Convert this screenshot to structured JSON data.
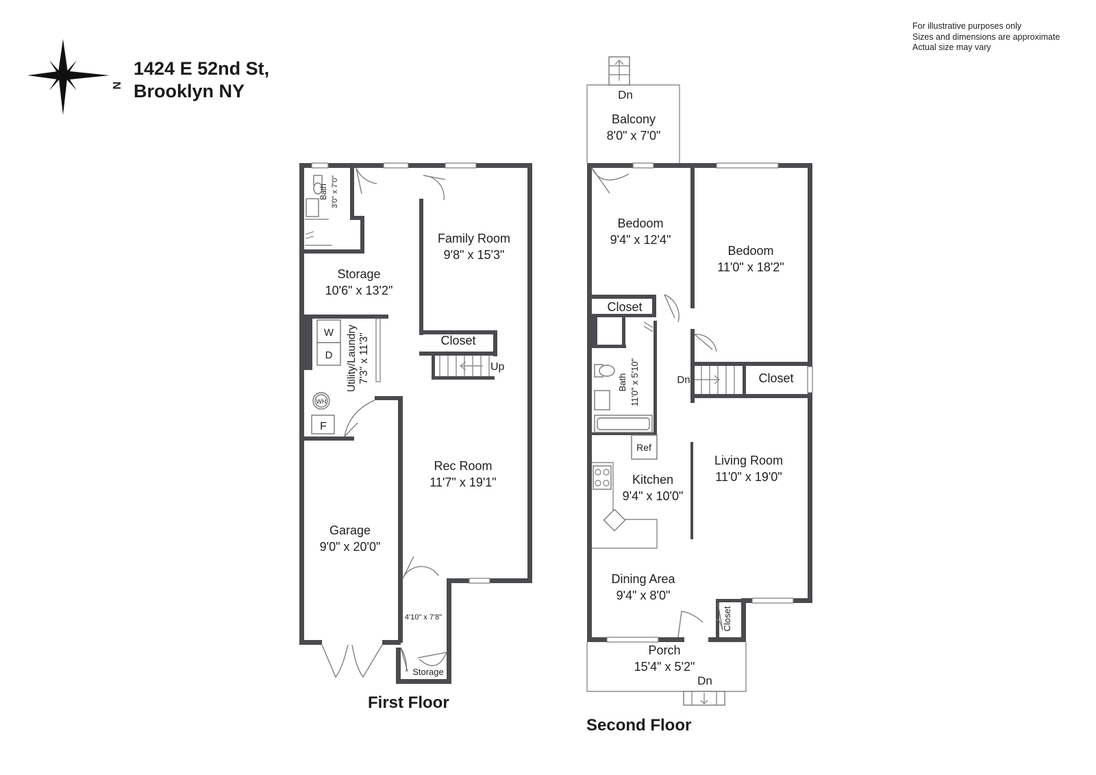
{
  "header": {
    "address_line1": "1424 E 52nd St,",
    "address_line2": "Brooklyn NY",
    "compass_label": "N"
  },
  "disclaimer": [
    "For illustrative purposes only",
    "Sizes and dimensions are approximate",
    "Actual size may vary"
  ],
  "first_floor": {
    "title": "First Floor",
    "rooms": {
      "bath": {
        "name": "Bath",
        "dim": "3'0\" x 7'0\""
      },
      "storage": {
        "name": "Storage",
        "dim": "10'6\" x 13'2\""
      },
      "family_room": {
        "name": "Family Room",
        "dim": "9'8\" x 15'3\""
      },
      "closet": {
        "name": "Closet"
      },
      "utility": {
        "name": "Utility/Laundry",
        "dim": "7'3\" x 11'3\""
      },
      "rec_room": {
        "name": "Rec Room",
        "dim": "11'7\" x 19'1\""
      },
      "garage": {
        "name": "Garage",
        "dim": "9'0\" x 20'0\""
      },
      "small_storage": {
        "name": "Storage",
        "dim": "4'10\" x 7'8\""
      }
    },
    "fixtures": {
      "washer": "W",
      "dryer": "D",
      "water_heater": "WH",
      "furnace": "F",
      "stairs_up": "Up"
    }
  },
  "second_floor": {
    "title": "Second Floor",
    "rooms": {
      "balcony": {
        "name": "Balcony",
        "dim": "8'0\" x 7'0\""
      },
      "bedroom1": {
        "name": "Bedoom",
        "dim": "9'4\" x 12'4\""
      },
      "bedroom2": {
        "name": "Bedoom",
        "dim": "11'0\" x 18'2\""
      },
      "closet1": {
        "name": "Closet"
      },
      "closet2": {
        "name": "Closet"
      },
      "closet3": {
        "name": "Closet"
      },
      "bath": {
        "name": "Bath",
        "dim": "11'0\" x 5'10\""
      },
      "kitchen": {
        "name": "Kitchen",
        "dim": "9'4\" x 10'0\""
      },
      "living_room": {
        "name": "Living Room",
        "dim": "11'0\" x 19'0\""
      },
      "dining": {
        "name": "Dining Area",
        "dim": "9'4\" x 8'0\""
      },
      "porch": {
        "name": "Porch",
        "dim": "15'4\" x 5'2\""
      }
    },
    "fixtures": {
      "ref": "Ref",
      "stairs_down": "Dn",
      "balcony_down": "Dn",
      "porch_down": "Dn"
    }
  }
}
